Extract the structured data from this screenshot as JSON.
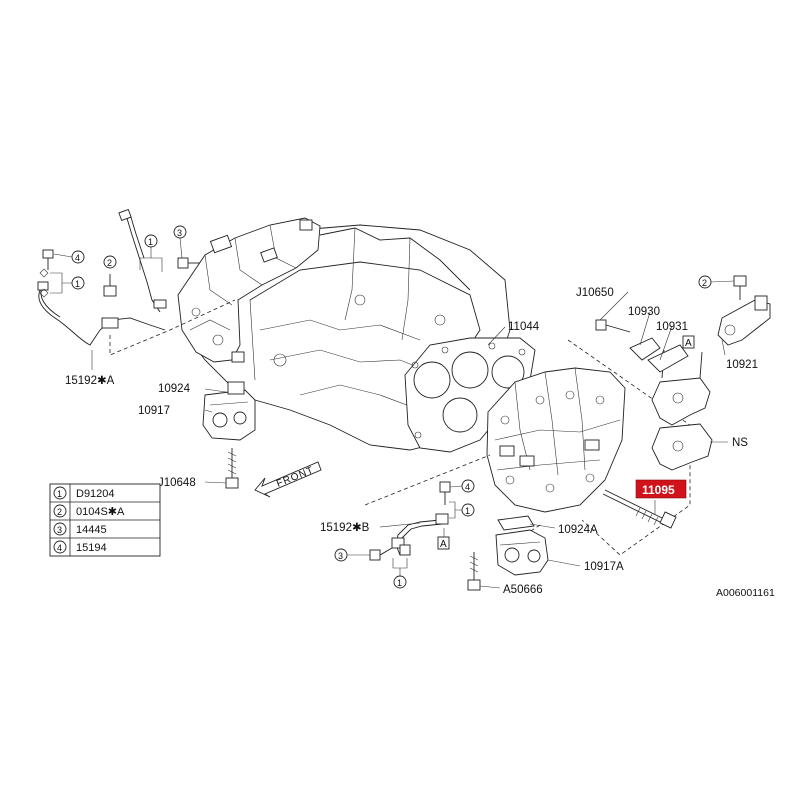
{
  "figure_ref": "A006001161",
  "highlight": {
    "part_number": "11095",
    "color": "#d0121b"
  },
  "part_labels": {
    "p15192_A": "15192✱A",
    "p10924": "10924",
    "p10917": "10917",
    "pJ10648": "J10648",
    "p11044": "11044",
    "pJ10650": "J10650",
    "p10930": "10930",
    "p10931": "10931",
    "p10921": "10921",
    "pNS": "NS",
    "p15192_B": "15192✱B",
    "p10924A": "10924A",
    "p10917A": "10917A",
    "pA50666": "A50666"
  },
  "front_label": "FRONT",
  "ref_marker": "A",
  "callouts": [
    "1",
    "2",
    "3",
    "4"
  ],
  "legend": [
    {
      "no": "1",
      "part": "D91204"
    },
    {
      "no": "2",
      "part": "0104S✱A"
    },
    {
      "no": "3",
      "part": "14445"
    },
    {
      "no": "4",
      "part": "15194"
    }
  ]
}
